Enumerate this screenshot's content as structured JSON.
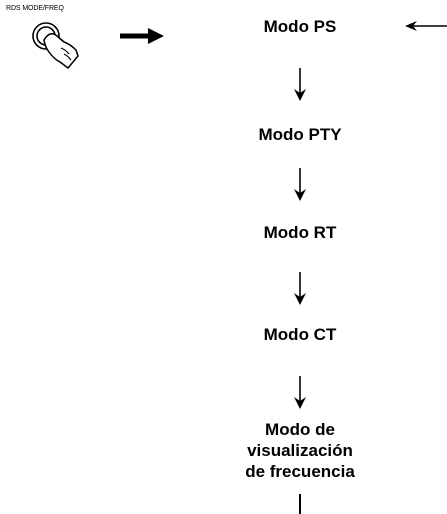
{
  "button": {
    "label": "RDS MODE/FREQ",
    "icon": "hand-pressing-button-icon"
  },
  "flow": {
    "steps": [
      "Modo PS",
      "Modo PTY",
      "Modo RT",
      "Modo CT",
      "Modo de\nvisualización\nde frecuencia"
    ]
  }
}
